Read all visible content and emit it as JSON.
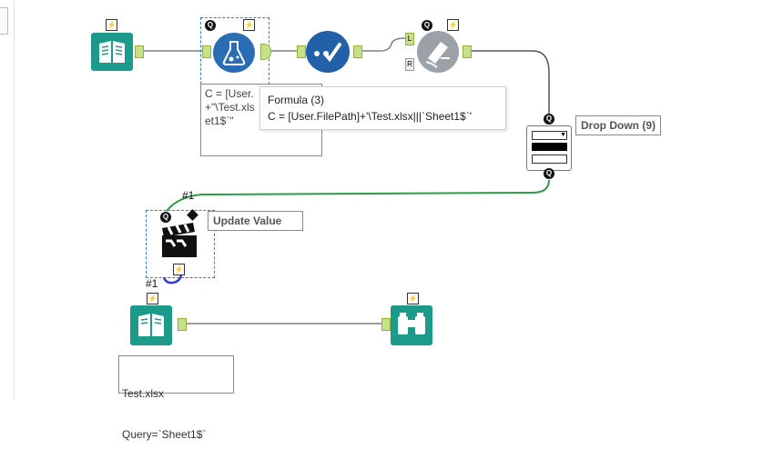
{
  "workflow": {
    "tools": {
      "input_top": {
        "icon": "input-data-book-icon"
      },
      "formula": {
        "icon": "formula-flask-icon"
      },
      "select": {
        "icon": "select-check-icon"
      },
      "dynamic_input": {
        "icon": "dynamic-input-icon",
        "left_anchor": "L",
        "right_anchor": "R"
      },
      "dropdown": {
        "icon": "dropdown-interface-icon",
        "label": "Drop Down (9)"
      },
      "action": {
        "icon": "action-clapboard-icon",
        "label": "Update Value"
      },
      "input_bottom": {
        "icon": "input-data-book-icon"
      },
      "browse": {
        "icon": "browse-binoculars-icon"
      }
    },
    "formula_annotation": "C = [User.\n+\"\\Test.xls\net1$`\"",
    "tooltip": {
      "title": "Formula (3)",
      "body": "C = [User.FilePath]+'\\Test.xlsx|||`Sheet1$`'"
    },
    "input_annotation_line1": "Test.xlsx",
    "input_annotation_line2": "Query=`Sheet1$`",
    "connection_labels": {
      "green": "#1",
      "blue": "#1"
    },
    "badges": {
      "lightning": "⚡",
      "question": "Q"
    }
  },
  "colors": {
    "teal": "#1c9a8a",
    "blue_tool": "#2a6db5",
    "select_blue": "#2260a8",
    "anchor_green": "#c7e08a",
    "connection_gray": "#7f7f7f",
    "connection_green": "#2e9a4a",
    "connection_blue": "#3b3bdc",
    "selection_dash": "#2f7fd3"
  }
}
